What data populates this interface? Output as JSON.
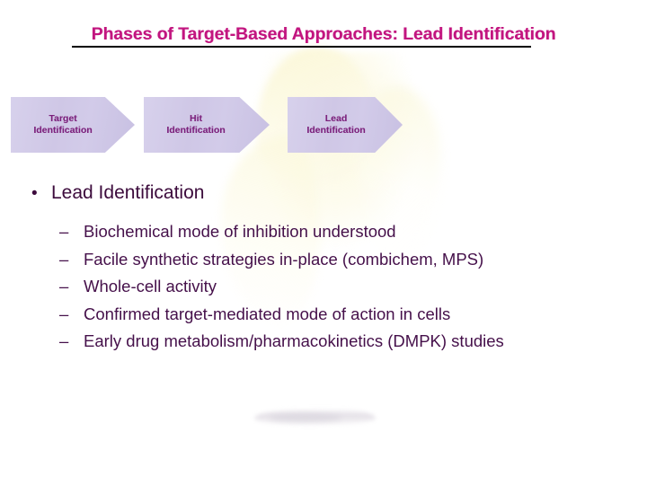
{
  "slide": {
    "title": "Phases of Target-Based Approaches: Lead Identification",
    "title_color": "#c2157f",
    "background_color": "#ffffff",
    "underline_color": "#000000"
  },
  "phases": {
    "arrow_fill_color": "#d2cbe8",
    "arrow_text_color": "#7b1f7b",
    "items": [
      {
        "line1": "Target",
        "line2": "Identification"
      },
      {
        "line1": "Hit",
        "line2": "Identification"
      },
      {
        "line1": "Lead",
        "line2": "Identification"
      }
    ]
  },
  "content": {
    "text_color": "#3c0b3c",
    "bullet_marker": "•",
    "dash_marker": "–",
    "main_bullet": "Lead Identification",
    "sub_bullets": [
      "Biochemical mode of inhibition understood",
      "Facile synthetic strategies in-place (combichem, MPS)",
      "Whole-cell activity",
      "Confirmed target-mediated mode of action in cells",
      "Early drug metabolism/pharmacokinetics (DMPK) studies"
    ]
  }
}
